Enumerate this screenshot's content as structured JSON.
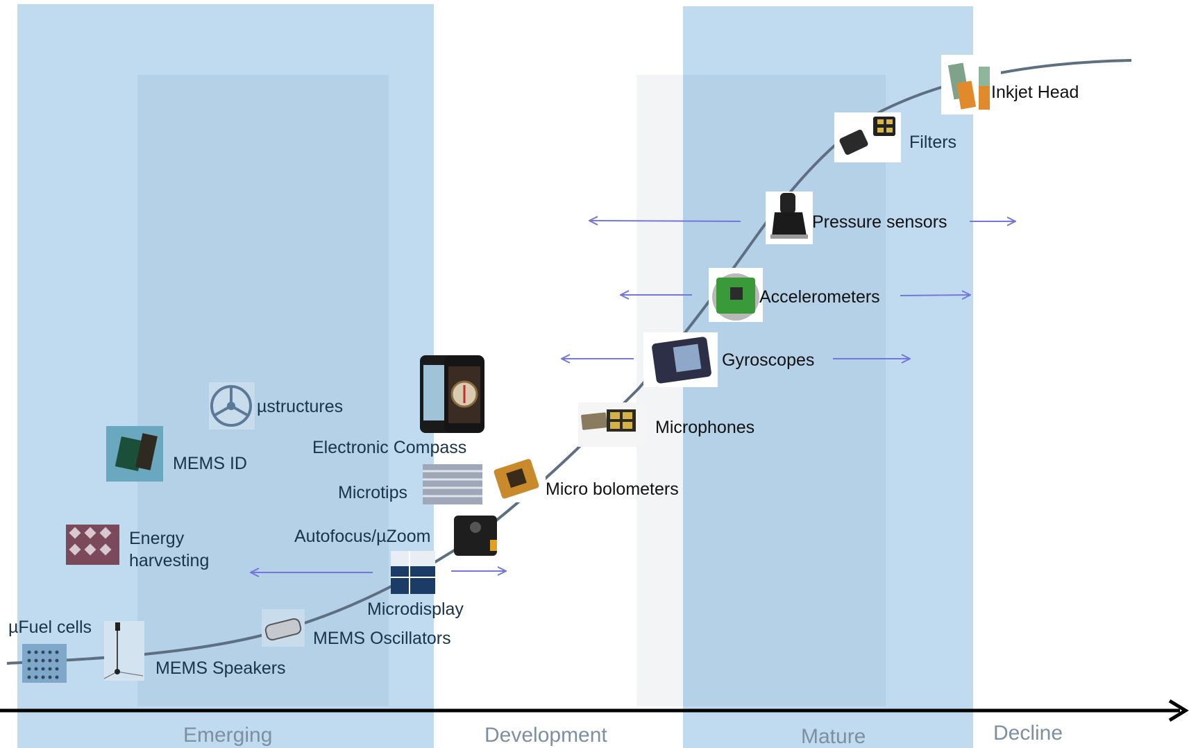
{
  "phases": [
    {
      "key": "emerging",
      "label": "Emerging"
    },
    {
      "key": "development",
      "label": "Development"
    },
    {
      "key": "mature",
      "label": "Mature"
    },
    {
      "key": "decline",
      "label": "Decline"
    }
  ],
  "items": {
    "inkjet_head": "Inkjet Head",
    "filters": "Filters",
    "pressure_sensors": "Pressure sensors",
    "accelerometers": "Accelerometers",
    "gyroscopes": "Gyroscopes",
    "microphones": "Microphones",
    "micro_bolometers": "Micro bolometers",
    "electronic_compass": "Electronic Compass",
    "microtips": "Microtips",
    "autofocus": "Autofocus/µZoom",
    "microdisplay": "Microdisplay",
    "mems_oscillators": "MEMS Oscillators",
    "mems_speakers": "MEMS Speakers",
    "fuel_cells": "µFuel cells",
    "energy_harvesting_1": "Energy",
    "energy_harvesting_2": "harvesting",
    "mems_id": "MEMS ID",
    "microstructures": "µstructures"
  },
  "colors": {
    "band": "#c0dbef",
    "band_inner": "#b5d1e8",
    "curve": "#5d6f80",
    "arrow": "#7378d8",
    "axis": "#000000",
    "phase_label": "#7d8fa0"
  }
}
